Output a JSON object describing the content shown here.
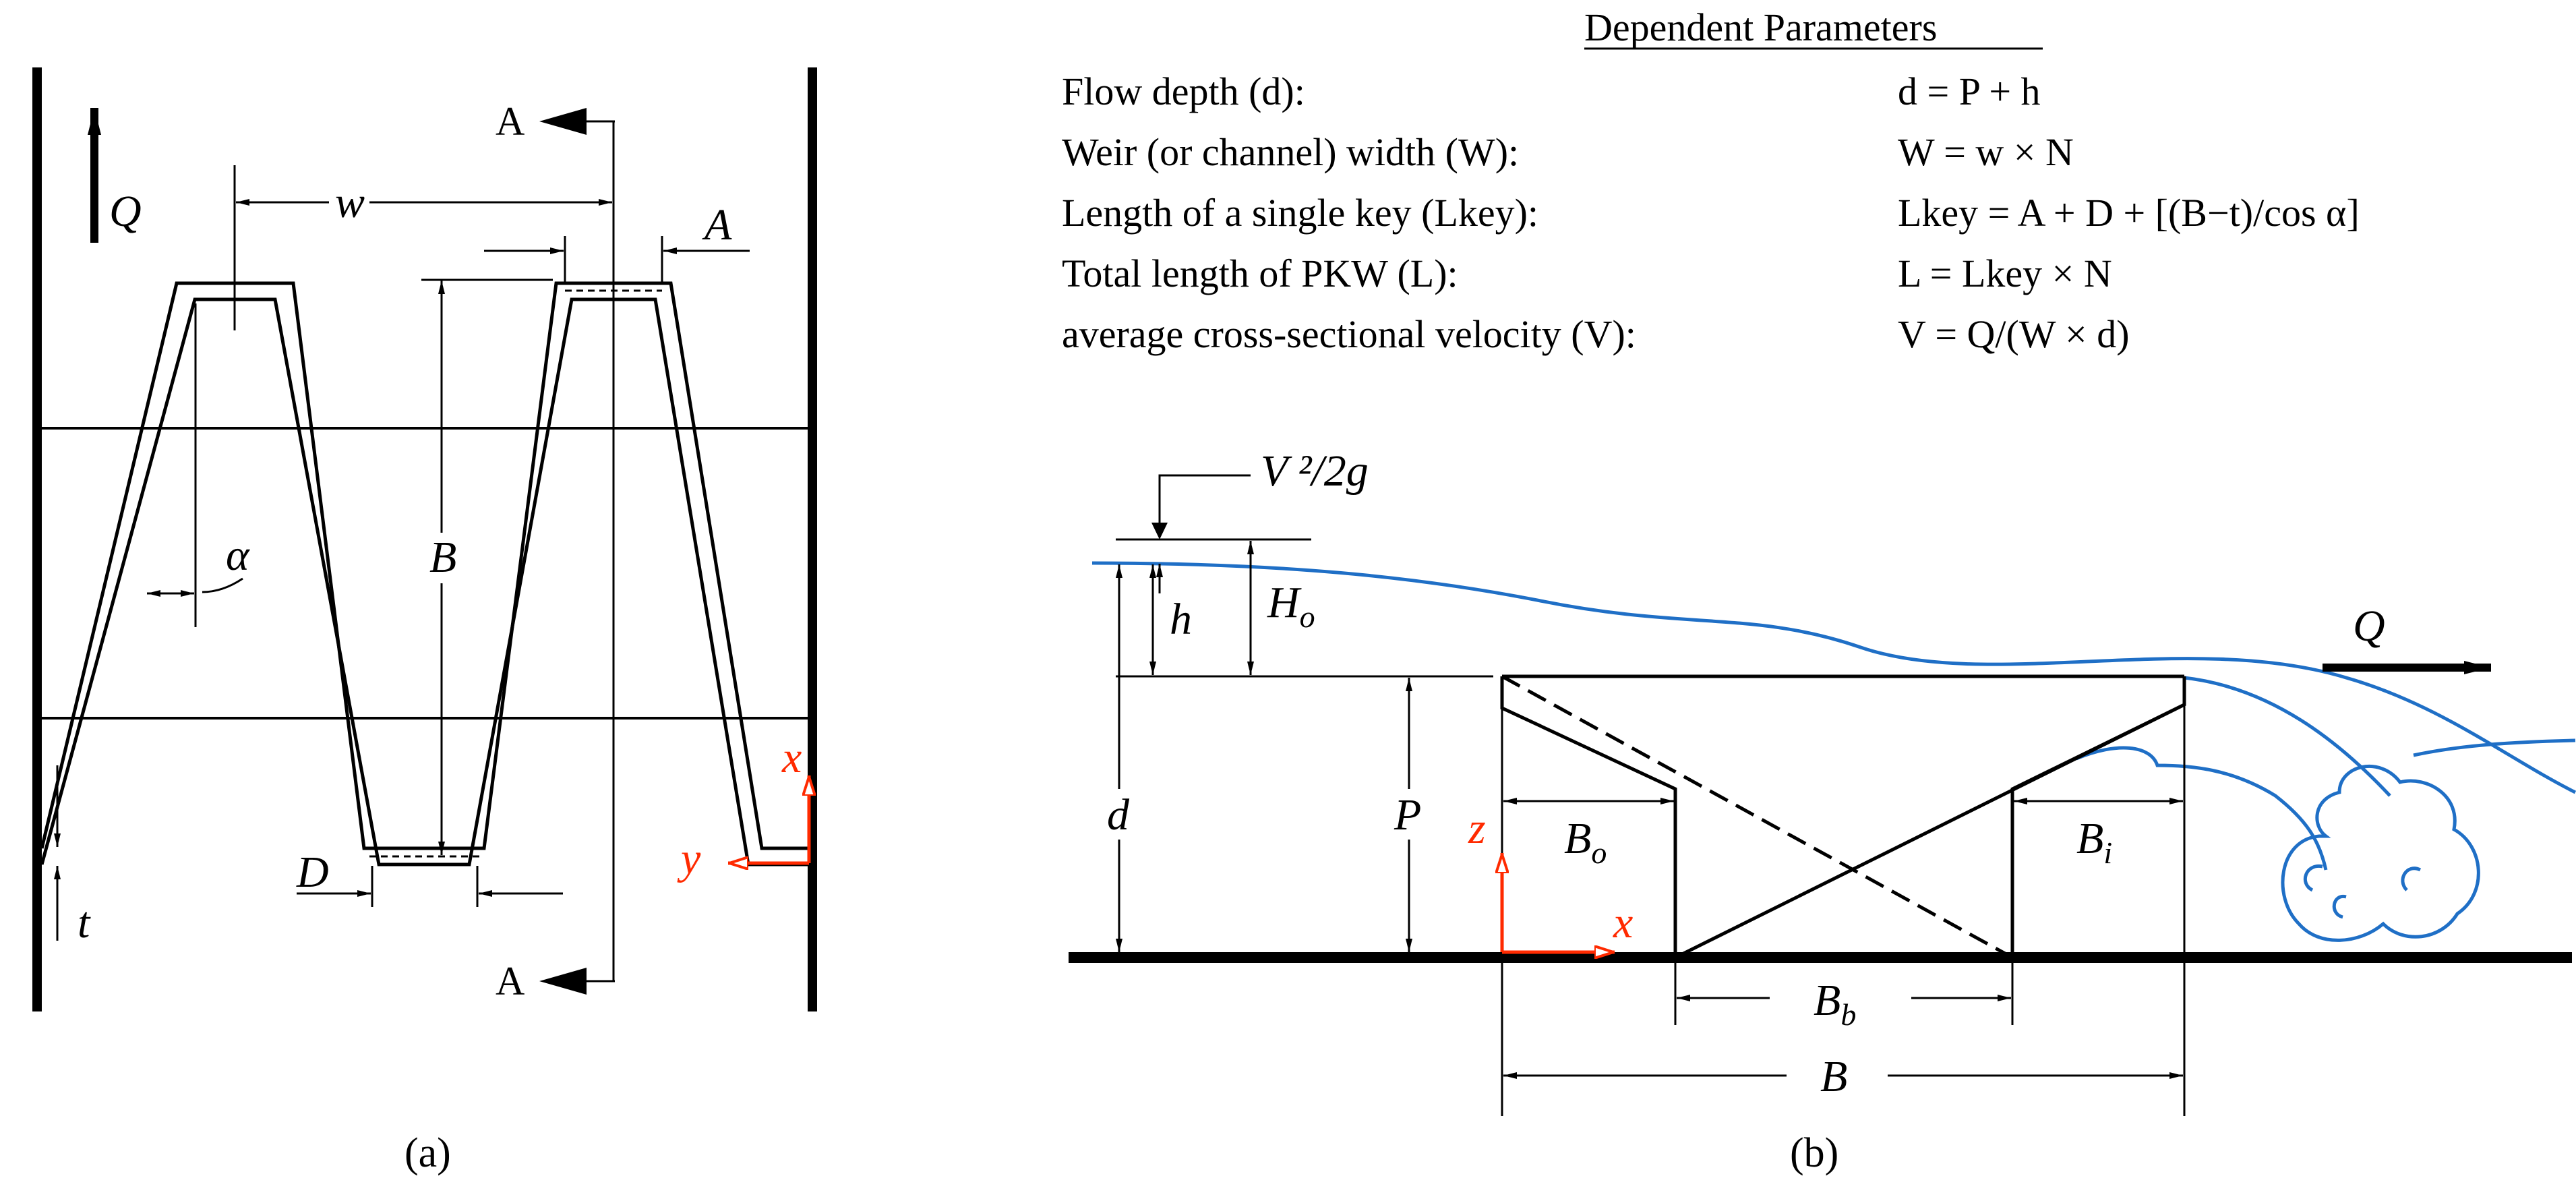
{
  "panel_a": {
    "caption": "(a)",
    "labels": {
      "Q": "Q",
      "w": "w",
      "A_width": "A",
      "B": "B",
      "alpha": "α",
      "D": "D",
      "t": "t",
      "section_top": "A",
      "section_bottom": "A",
      "axis_x": "x",
      "axis_y": "y"
    }
  },
  "panel_b": {
    "caption": "(b)",
    "labels": {
      "velocity_head": "V ²/2g",
      "h": "h",
      "H": "H",
      "H_sub": "o",
      "d": "d",
      "P": "P",
      "Q": "Q",
      "Bo": "B",
      "Bo_sub": "o",
      "Bi": "B",
      "Bi_sub": "i",
      "Bb": "B",
      "Bb_sub": "b",
      "B": "B",
      "axis_x": "x",
      "axis_z": "z"
    }
  },
  "dependent_parameters": {
    "title": "Dependent Parameters",
    "rows": [
      {
        "label": "Flow depth (d):",
        "formula": "d = P + h"
      },
      {
        "label": "Weir (or channel) width (W):",
        "formula": "W = w × N"
      },
      {
        "label": "Length of a single key (Lkey):",
        "formula": "Lkey = A + D + [(B−t)/cos α]"
      },
      {
        "label": "Total length of PKW (L):",
        "formula": "L = Lkey × N"
      },
      {
        "label": "average cross-sectional velocity (V):",
        "formula": "V = Q/(W × d)"
      }
    ]
  },
  "colors": {
    "water": "#1f6fc6",
    "axes": "#ff2a00",
    "ink": "#000000"
  }
}
